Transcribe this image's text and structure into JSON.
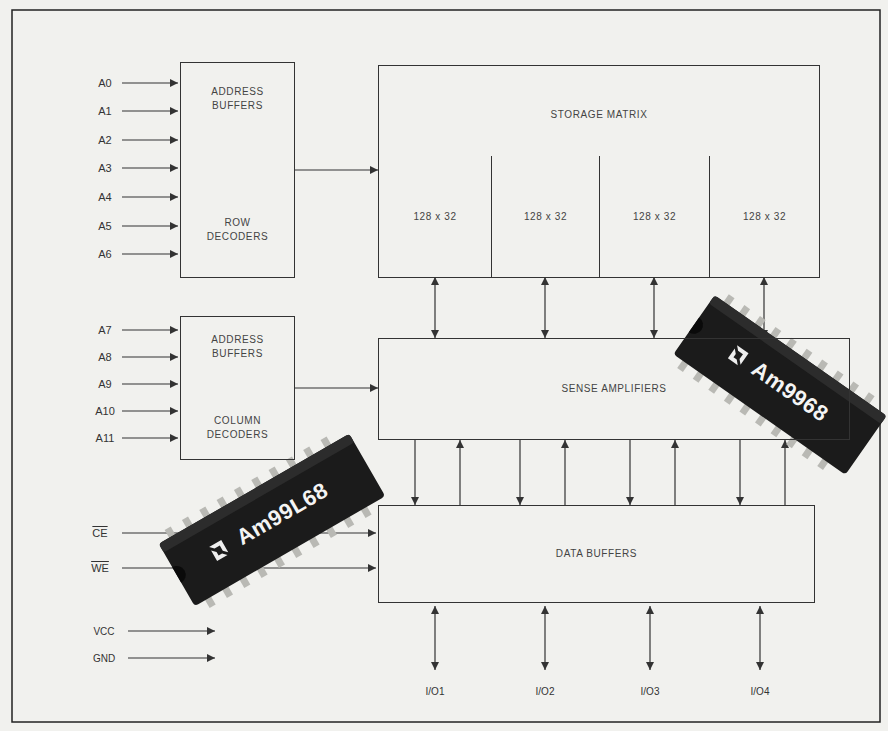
{
  "diagram": {
    "nodes": [
      {
        "text": [
          "ADDRESS BUFFERS",
          "ROW DECODERS"
        ]
      },
      {
        "text": [
          "STORAGE MATRIX"
        ]
      },
      {
        "text": [
          "128 x 32"
        ],
        "in": 1
      },
      {
        "text": [
          "128 x 32"
        ],
        "in": 1
      },
      {
        "text": [
          "128 x 32"
        ],
        "in": 1
      },
      {
        "text": [
          "128 x 32"
        ],
        "in": 1
      },
      {
        "text": [
          "ADDRESS BUFFERS",
          "COLUMN DECODERS"
        ]
      },
      {
        "text": [
          "SENSE AMPLIFIERS"
        ]
      },
      {
        "text": [
          "DATA BUFFERS"
        ]
      }
    ],
    "edges": [
      {
        "from": 0,
        "to": 1,
        "arrow": "to"
      },
      {
        "from": 6,
        "to": 7,
        "arrow": "to"
      },
      {
        "from": 2,
        "to": 7,
        "arrow": "both"
      },
      {
        "from": 3,
        "to": 7,
        "arrow": "both"
      },
      {
        "from": 4,
        "to": 7,
        "arrow": "both"
      },
      {
        "from": 5,
        "to": 7,
        "arrow": "both"
      },
      {
        "from": 7,
        "to": 8,
        "arrow": "to"
      },
      {
        "from": 8,
        "to": 7,
        "arrow": "to"
      },
      {
        "from": 7,
        "to": 8,
        "arrow": "to"
      },
      {
        "from": 8,
        "to": 7,
        "arrow": "to"
      },
      {
        "from": 7,
        "to": 8,
        "arrow": "to"
      },
      {
        "from": 8,
        "to": 7,
        "arrow": "to"
      },
      {
        "from": 7,
        "to": 8,
        "arrow": "to"
      },
      {
        "from": 8,
        "to": 7,
        "arrow": "to"
      }
    ],
    "labels": [
      "A0",
      "A1",
      "A2",
      "A3",
      "A4",
      "A5",
      "A6",
      "A7",
      "A8",
      "A9",
      "A10",
      "A11",
      "CE",
      "WE",
      "VCC",
      "GND",
      "I/O1",
      "I/O2",
      "I/O3",
      "I/O4",
      "Am9968",
      "Am99L68"
    ]
  }
}
